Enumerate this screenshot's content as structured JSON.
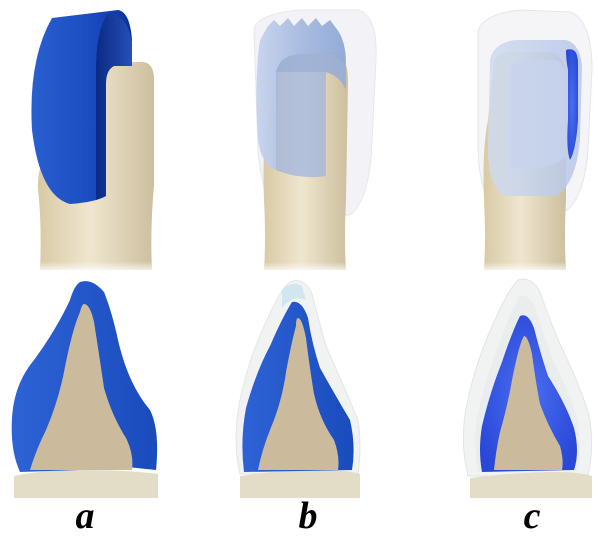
{
  "panels": [
    {
      "label": "a"
    },
    {
      "label": "b"
    },
    {
      "label": "c"
    }
  ],
  "colors": {
    "tooth": "#e6dcc0",
    "tooth_shadow": "#c8b89a",
    "dentin_section": "#cbbb9c",
    "ceramic_blue": "#1e56c6",
    "ceramic_blue_dark": "#0c2f8f",
    "translucent_blue": "#a9bde6",
    "enamel_white": "#f4f4f8"
  }
}
